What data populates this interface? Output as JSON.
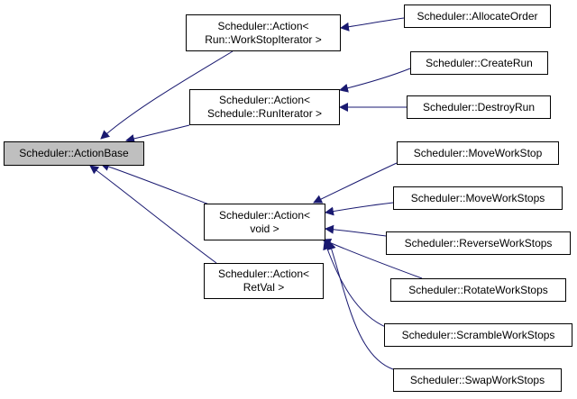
{
  "colors": {
    "edge": "#191970",
    "root_fill": "#bfbfbf",
    "node_fill": "#ffffff",
    "border": "#000000"
  },
  "nodes": {
    "action_base": {
      "label": "Scheduler::ActionBase"
    },
    "action_run_workstop": {
      "line1": "Scheduler::Action<",
      "line2": "Run::WorkStopIterator >"
    },
    "action_schedule_run": {
      "line1": "Scheduler::Action<",
      "line2": "Schedule::RunIterator >"
    },
    "action_void": {
      "line1": "Scheduler::Action<",
      "line2": "void >"
    },
    "action_retval": {
      "line1": "Scheduler::Action<",
      "line2": "RetVal >"
    },
    "allocate_order": {
      "label": "Scheduler::AllocateOrder"
    },
    "create_run": {
      "label": "Scheduler::CreateRun"
    },
    "destroy_run": {
      "label": "Scheduler::DestroyRun"
    },
    "move_workstop": {
      "label": "Scheduler::MoveWorkStop"
    },
    "move_workstops": {
      "label": "Scheduler::MoveWorkStops"
    },
    "reverse_workstops": {
      "label": "Scheduler::ReverseWorkStops"
    },
    "rotate_workstops": {
      "label": "Scheduler::RotateWorkStops"
    },
    "scramble_workstops": {
      "label": "Scheduler::ScrambleWorkStops"
    },
    "swap_workstops": {
      "label": "Scheduler::SwapWorkStops"
    }
  }
}
